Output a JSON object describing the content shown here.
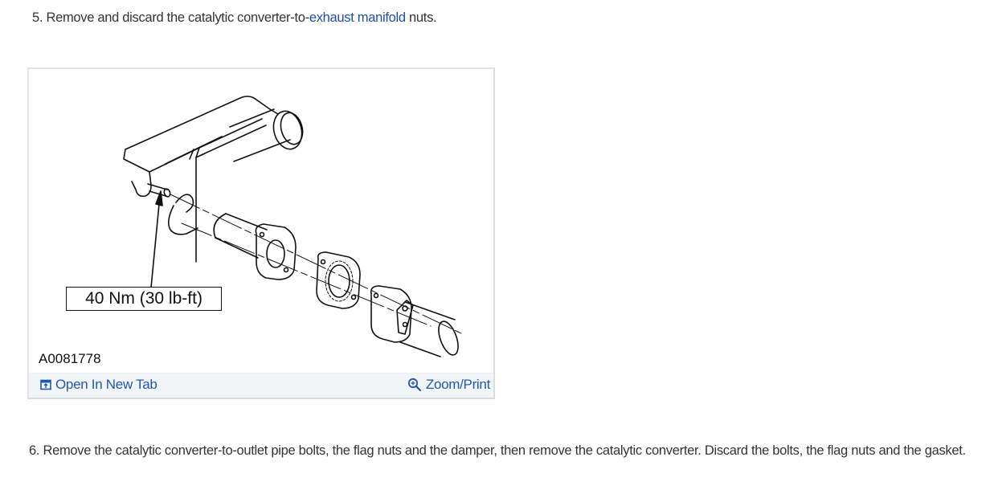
{
  "steps": [
    {
      "number": "5.",
      "text_before": " Remove and discard the catalytic converter-to-",
      "link_text": "exhaust manifold",
      "text_after": " nuts."
    },
    {
      "number": "6.",
      "text": " Remove the catalytic converter-to-outlet pipe bolts, the flag nuts and the damper, then remove the catalytic converter. Discard the bolts, the flag nuts and the gasket."
    }
  ],
  "figure": {
    "torque_label": "40 Nm (30 lb-ft)",
    "figure_id": "A0081778",
    "open_in_new_tab_label": "Open In New Tab",
    "zoom_print_label": "Zoom/Print",
    "icons": {
      "open_tab": "open-new-tab-icon",
      "zoom": "zoom-in-icon"
    }
  },
  "colors": {
    "link": "#1f4e9a",
    "footer_link": "#1f5aa8",
    "footer_bg": "#f3f4f7",
    "text": "#333333",
    "border": "#dcdcdc"
  }
}
